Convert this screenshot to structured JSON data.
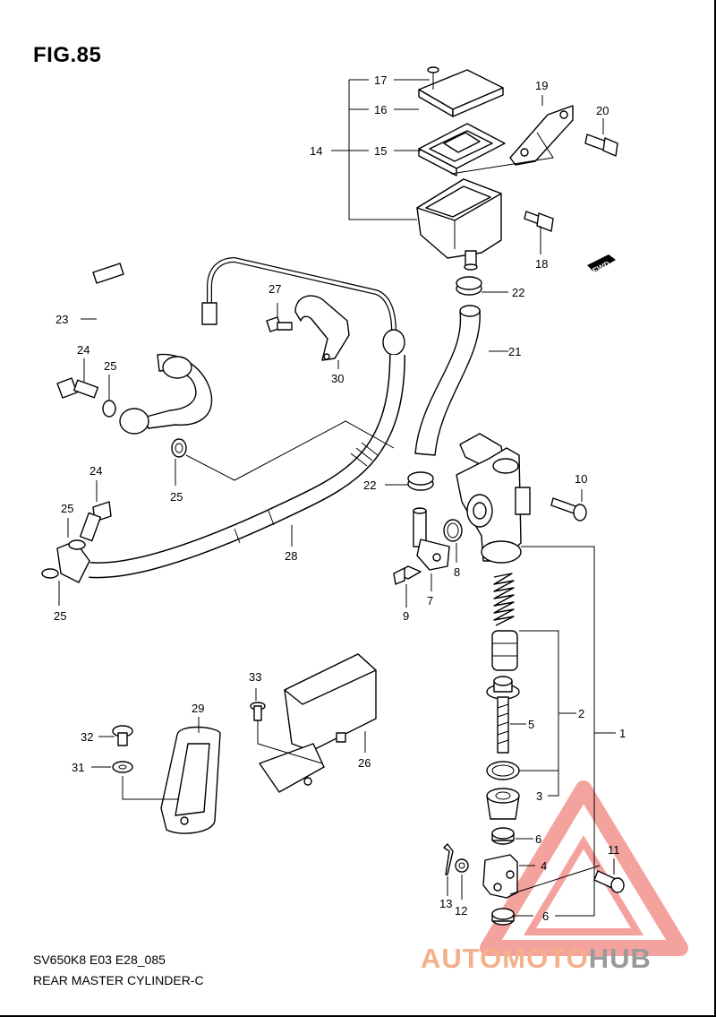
{
  "figure": {
    "title": "FIG.85",
    "code": "SV650K8 E03 E28_085",
    "name": "REAR MASTER CYLINDER-C"
  },
  "callouts": [
    "1",
    "2",
    "3",
    "4",
    "5",
    "6",
    "6",
    "7",
    "8",
    "9",
    "10",
    "11",
    "12",
    "13",
    "14",
    "15",
    "16",
    "17",
    "18",
    "19",
    "20",
    "21",
    "22",
    "22",
    "23",
    "24",
    "24",
    "25",
    "25",
    "25",
    "25",
    "26",
    "27",
    "28",
    "29",
    "30",
    "31",
    "32",
    "33"
  ],
  "fwd_label": "FWD",
  "watermark": {
    "part1": "AUTOMOTO",
    "part2": "HUB",
    "colors": {
      "triangle": "#e8332a",
      "text1": "#f4b08a",
      "text2": "#9a9a9a"
    }
  }
}
